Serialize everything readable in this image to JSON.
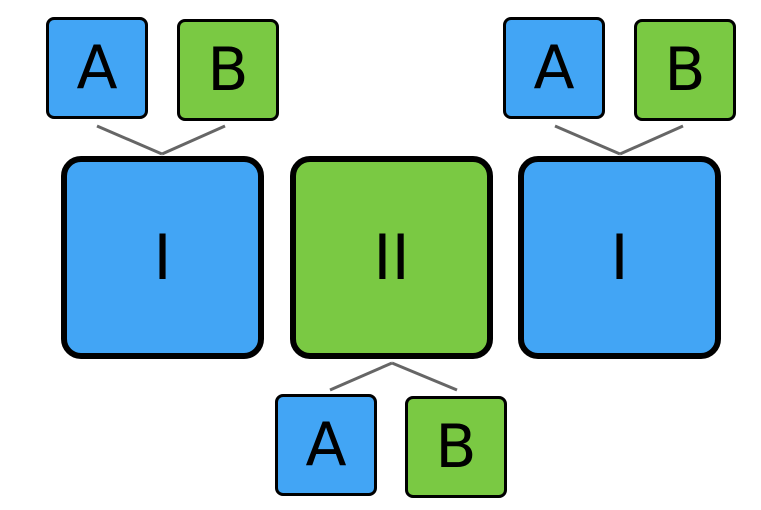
{
  "colors": {
    "blue": "#42a5f5",
    "green": "#7ac943",
    "connector": "#666666",
    "border": "#000000"
  },
  "groups": [
    {
      "label": "I",
      "color": "blue",
      "children": [
        {
          "label": "A",
          "color": "blue"
        },
        {
          "label": "B",
          "color": "green"
        }
      ]
    },
    {
      "label": "II",
      "color": "green",
      "children": [
        {
          "label": "A",
          "color": "blue"
        },
        {
          "label": "B",
          "color": "green"
        }
      ]
    },
    {
      "label": "I",
      "color": "blue",
      "children": [
        {
          "label": "A",
          "color": "blue"
        },
        {
          "label": "B",
          "color": "green"
        }
      ]
    }
  ]
}
